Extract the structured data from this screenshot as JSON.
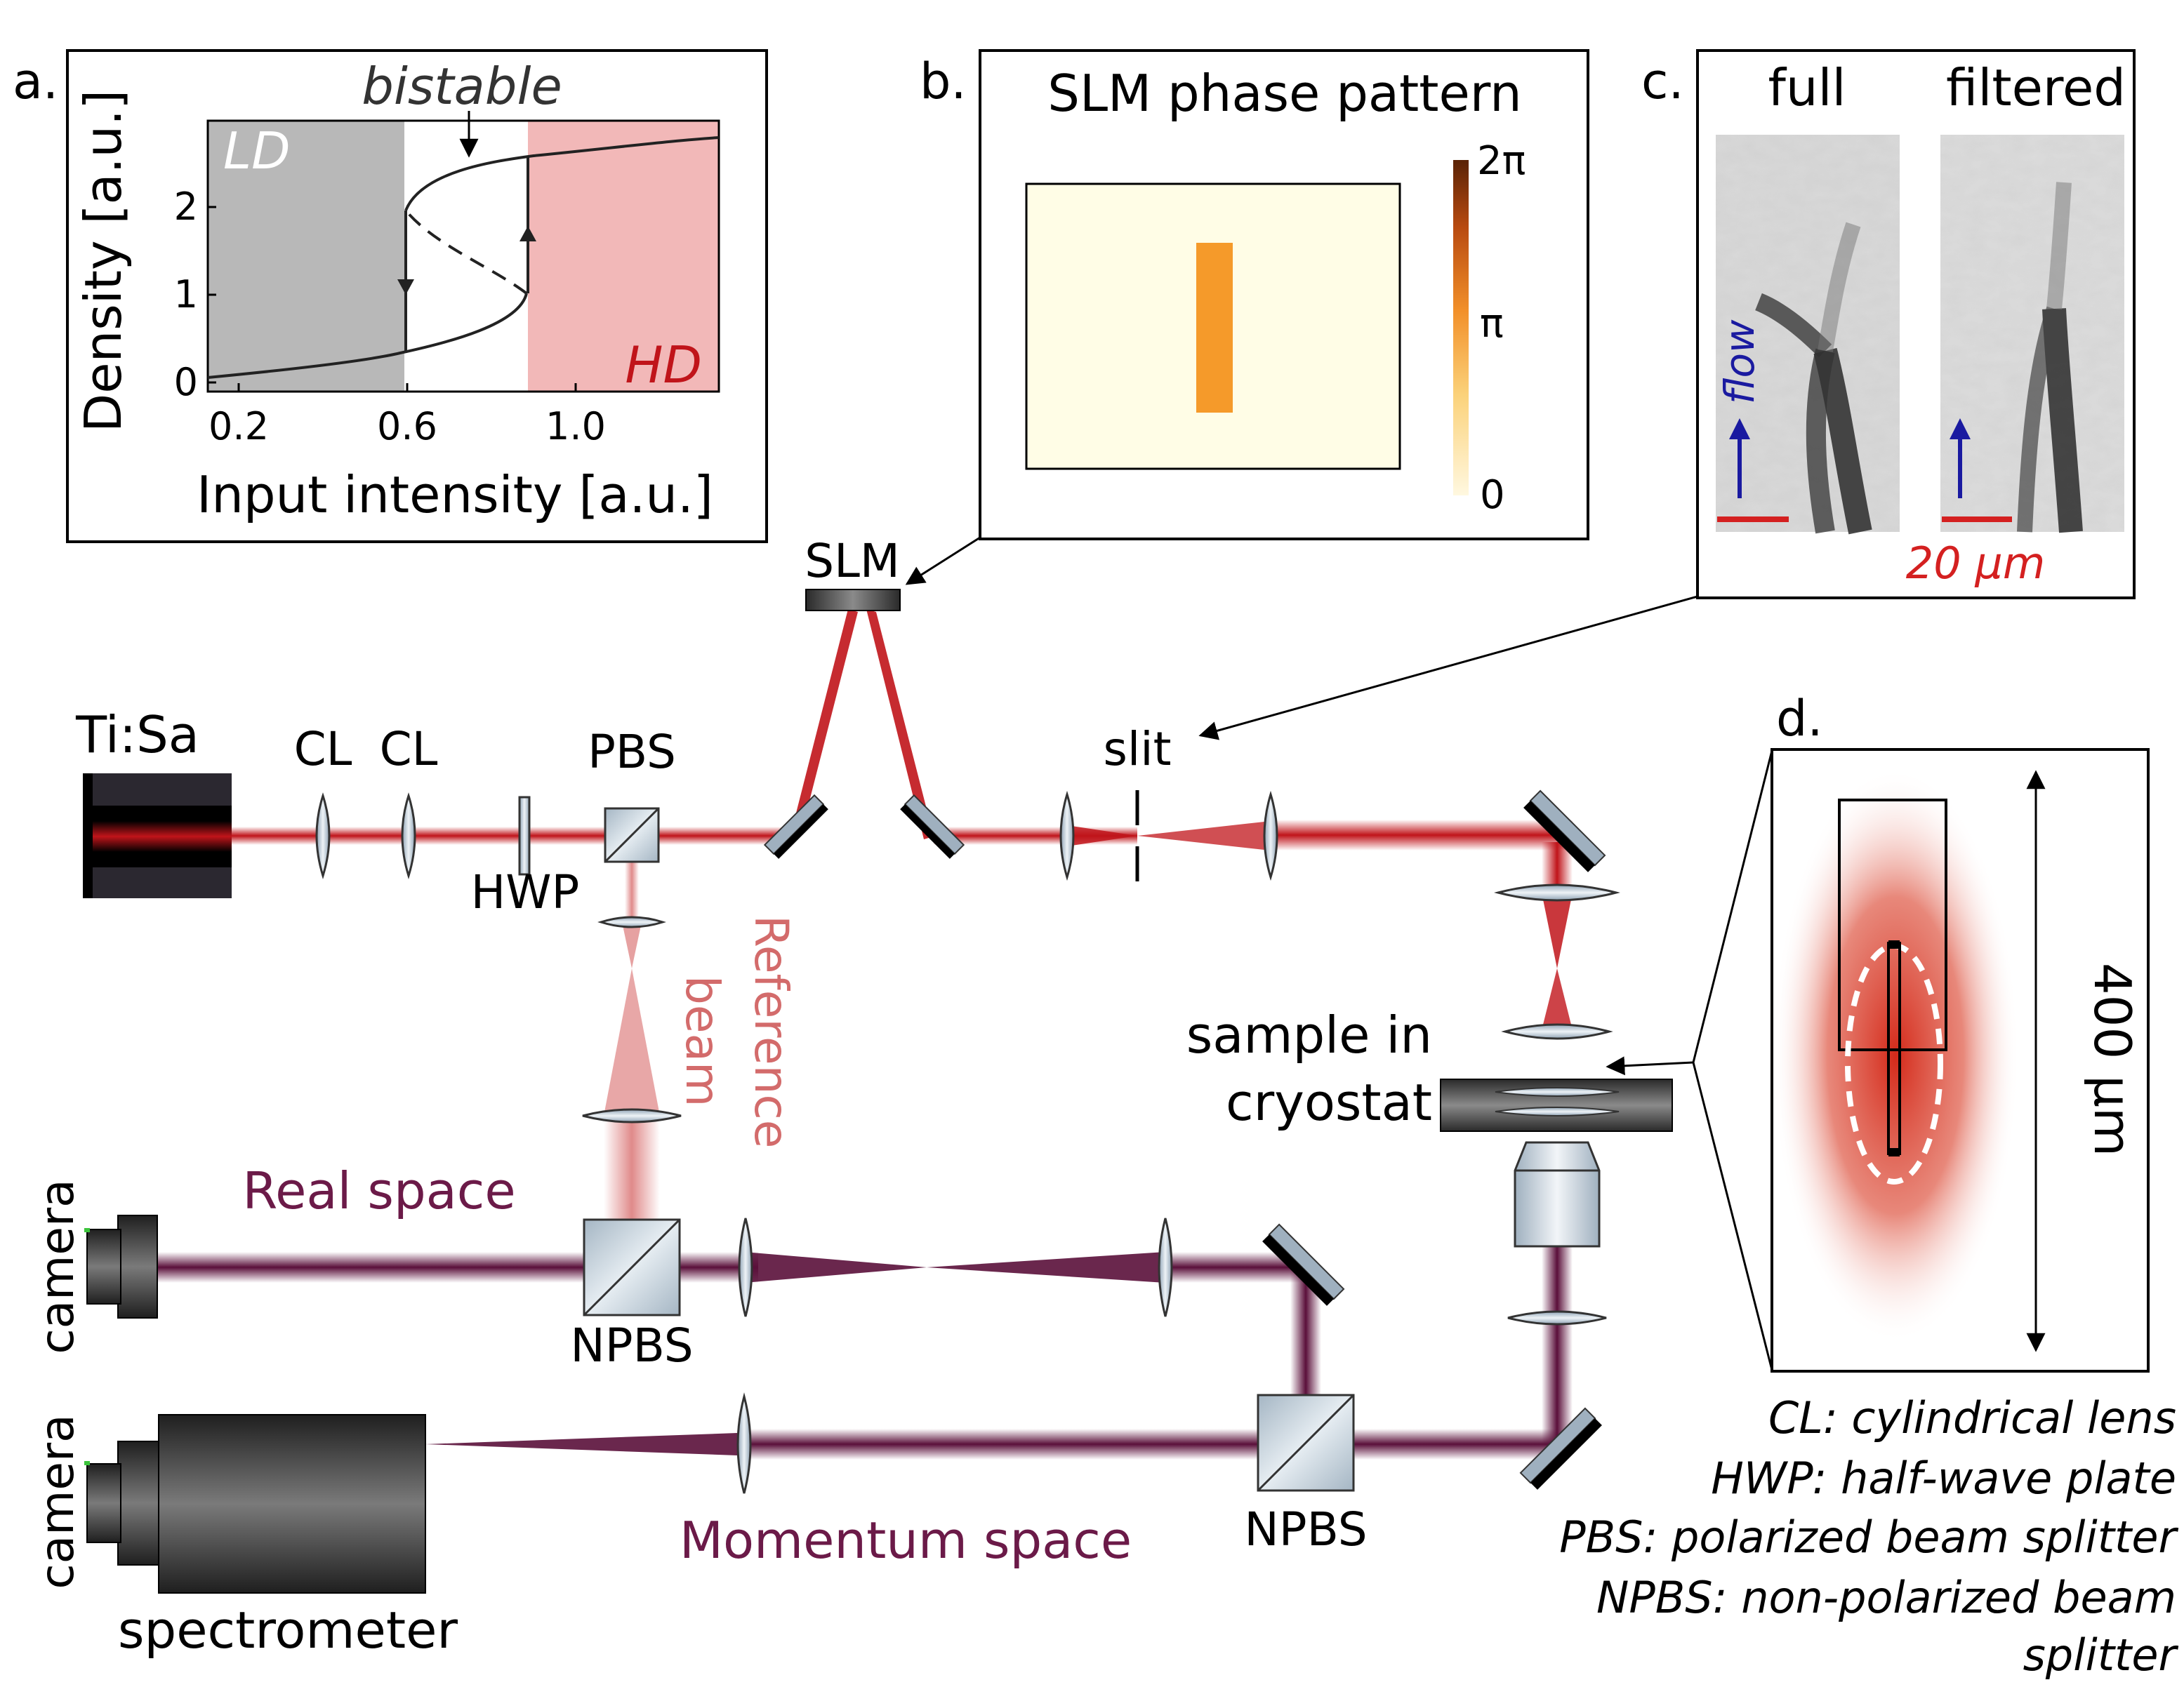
{
  "panel_a": {
    "label": "a.",
    "annotation": "bistable",
    "region_low": "LD",
    "region_high": "HD",
    "ylabel": "Density [a.u.]",
    "xlabel": "Input intensity [a.u.]",
    "xticks": [
      "0.2",
      "0.6",
      "1.0"
    ],
    "yticks": [
      "0",
      "1",
      "2"
    ]
  },
  "panel_b": {
    "label": "b.",
    "title": "SLM phase pattern",
    "colorbar_ticks": [
      "2π",
      "π",
      "0"
    ]
  },
  "panel_c": {
    "label": "c.",
    "image_titles": [
      "full",
      "filtered"
    ],
    "flow_label": "flow",
    "scale_label": "20 μm"
  },
  "panel_d": {
    "label": "d.",
    "scale_label": "400 μm"
  },
  "setup": {
    "laser": "Ti:Sa",
    "cl1": "CL",
    "cl2": "CL",
    "hwp": "HWP",
    "pbs": "PBS",
    "slm": "SLM",
    "slit": "slit",
    "reference_line1": "Reference",
    "reference_line2": "beam",
    "sample_line1": "sample in",
    "sample_line2": "cryostat",
    "real_space": "Real space",
    "momentum_space": "Momentum space",
    "camera1": "camera",
    "camera2": "camera",
    "npbs1": "NPBS",
    "npbs2": "NPBS",
    "spectrometer": "spectrometer"
  },
  "legend": {
    "lines": [
      "CL: cylindrical lens",
      "HWP: half-wave plate",
      "PBS: polarized beam splitter",
      "NPBS: non-polarized beam",
      "splitter"
    ]
  },
  "colors": {
    "beam_red": "#c0141a",
    "beam_purple": "#5a0f3a",
    "reference_text": "#d36b6b",
    "purple_text": "#6b1a48",
    "blue": "#1a1aa0",
    "scalebar_red": "#d42020",
    "ld_gray": "#b8b8b8",
    "hd_pink": "#f2b8b8"
  }
}
